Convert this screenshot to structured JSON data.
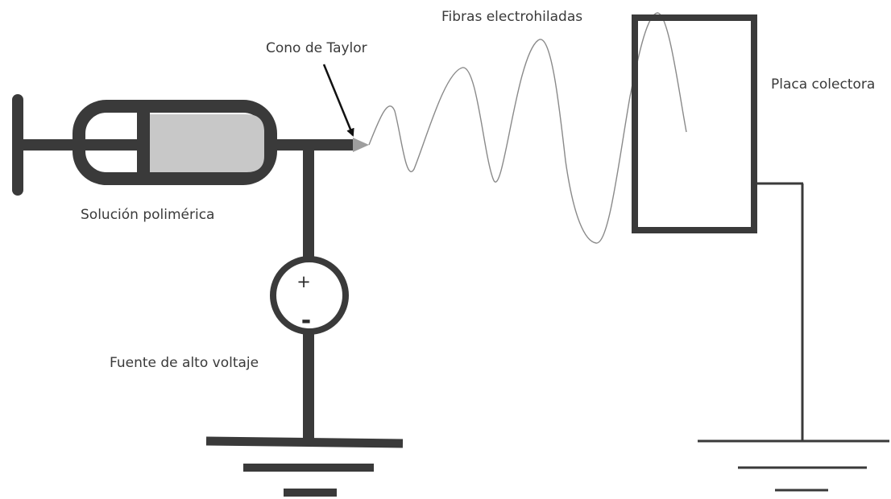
{
  "labels": {
    "taylor_cone": "Cono de Taylor",
    "fibers": "Fibras electrohiladas",
    "collector": "Placa colectora",
    "solution": "Solución polimérica",
    "power_supply": "Fuente de alto voltaje"
  },
  "source_symbols": {
    "positive": "+",
    "negative": "-"
  },
  "colors": {
    "stroke": "#3a3a3a",
    "solution_fill": "#c8c8c8",
    "cone_fill": "#9e9e9e",
    "fiber": "#8a8a8a"
  }
}
